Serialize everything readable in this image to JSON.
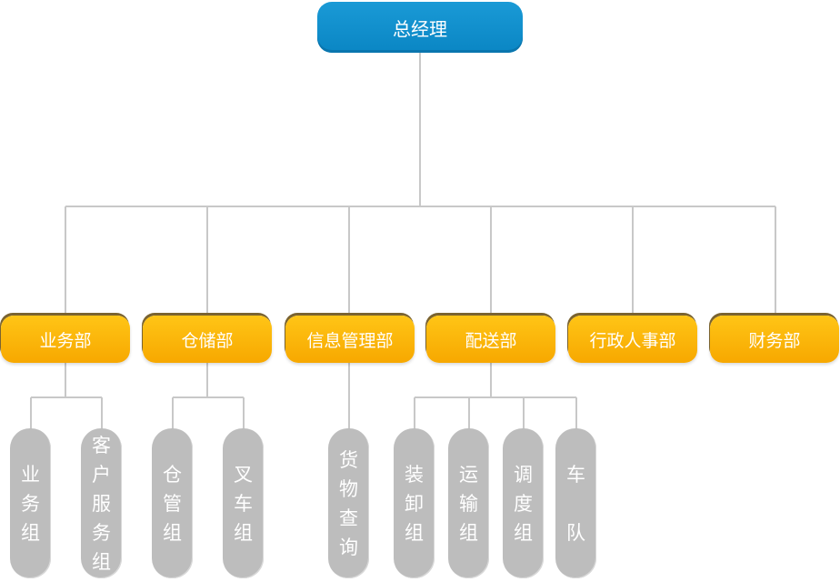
{
  "ceo": "总经理",
  "departments": [
    "业务部",
    "仓储部",
    "信息管理部",
    "配送部",
    "行政人事部",
    "财务部"
  ],
  "teams": {
    "business": [
      "业务组",
      "客户服务组"
    ],
    "warehouse": [
      "仓管组",
      "叉车组"
    ],
    "info": [
      "货物查询"
    ],
    "delivery": [
      "装卸组",
      "运输组",
      "调度组",
      "车队"
    ]
  },
  "colors": {
    "ceo": "#0a86c4",
    "department": "#f7a800",
    "team": "#bdbdbd",
    "line": "#cccccc"
  }
}
